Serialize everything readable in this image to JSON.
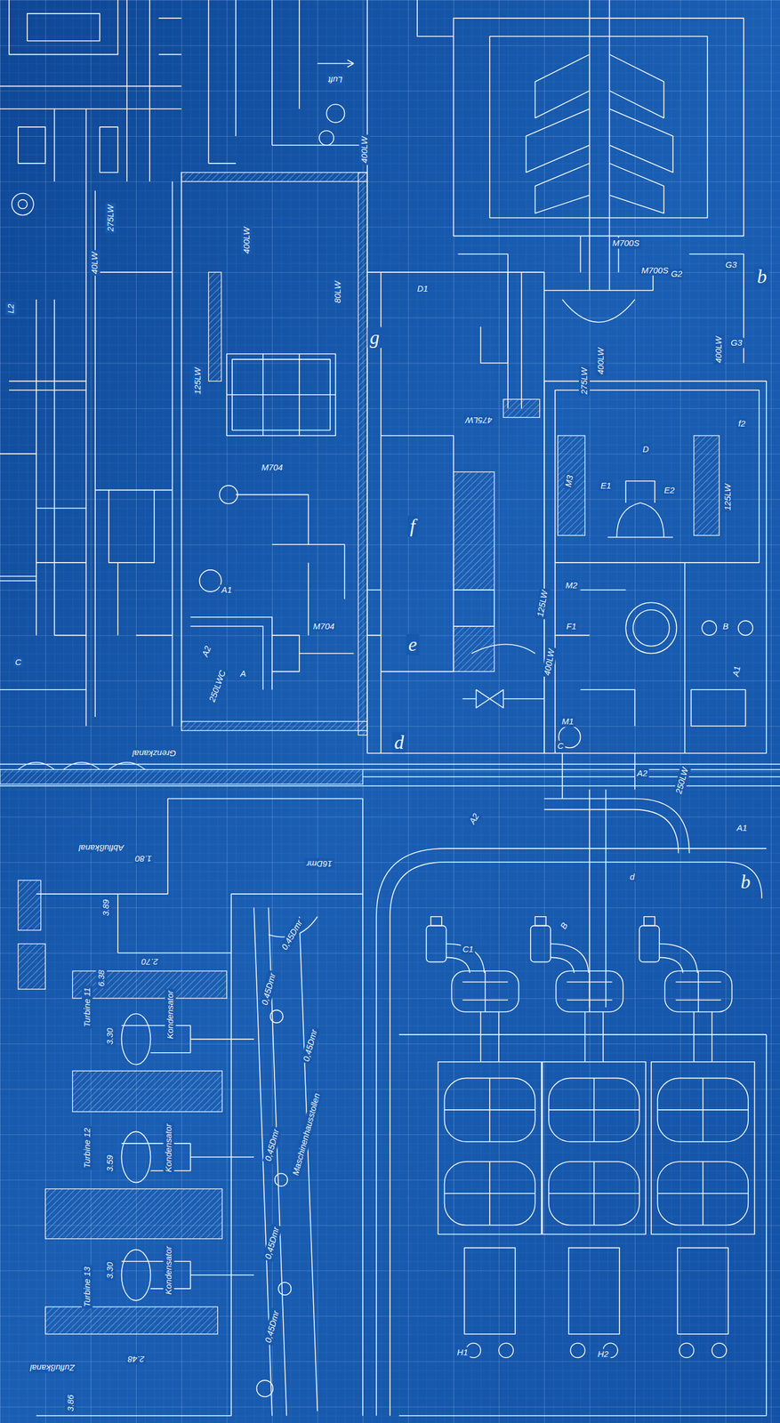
{
  "diagram": {
    "labels": [
      "Luft",
      "400LW",
      "275LW",
      "40LW",
      "125LW",
      "400LW",
      "80LW",
      "M700S",
      "M700S",
      "G2",
      "G3",
      "G3",
      "b",
      "D1",
      "g",
      "475LW",
      "275LW",
      "400LW",
      "400LW",
      "L2",
      "M704",
      "A1",
      "M704",
      "A2",
      "250LWC",
      "A",
      "C",
      "f",
      "e",
      "d",
      "M3",
      "D",
      "E1",
      "E2",
      "125LW",
      "f2",
      "125LW",
      "M2",
      "F1",
      "B",
      "A1",
      "400LW",
      "M1",
      "C",
      "Grenzkanal",
      "A2",
      "250LW",
      "A2",
      "A1",
      "d",
      "b",
      "Abflußkanal",
      "1.80",
      "16Dmr",
      "0,45Dmr",
      "3.89",
      "6.38",
      "2.70",
      "Turbine 11",
      "3.30",
      "Kondensator",
      "0,45Dmr",
      "0,45Dmr",
      "Maschinenhausstollen",
      "Turbine 12",
      "3.59",
      "Kondensator",
      "0,45Dmr",
      "Turbine 13",
      "3.30",
      "Kondensator",
      "0,45Dmr",
      "0,45Dmr",
      "2.48",
      "3.86",
      "Zuflußkanal",
      "C1",
      "B",
      "H1",
      "H2"
    ]
  }
}
